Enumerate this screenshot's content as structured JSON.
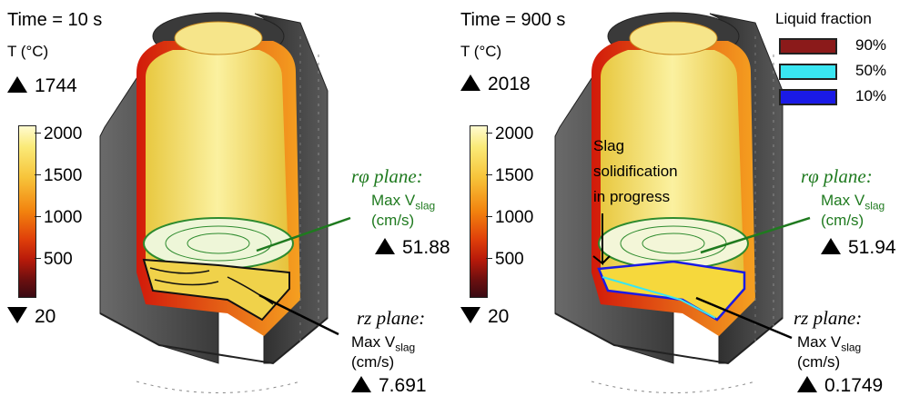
{
  "left": {
    "time": "Time = 10 s",
    "temp_unit": "T (°C)",
    "temp_max": "1744",
    "temp_min": "20",
    "colorbar_ticks": [
      "2000",
      "1500",
      "1000",
      "500"
    ],
    "rphi_plane": "rφ plane:",
    "rphi_max_label": "Max V",
    "rphi_sub": "slag",
    "rphi_unit": "(cm/s)",
    "rphi_value": "51.88",
    "rz_plane": "rz plane:",
    "rz_max_label": "Max V",
    "rz_sub": "slag",
    "rz_unit": "(cm/s)",
    "rz_value": "7.691"
  },
  "right": {
    "time": "Time = 900 s",
    "temp_unit": "T (°C)",
    "temp_max": "2018",
    "temp_min": "20",
    "colorbar_ticks": [
      "2000",
      "1500",
      "1000",
      "500"
    ],
    "annotation": [
      "Slag",
      "solidification",
      "in progress"
    ],
    "rphi_plane": "rφ plane:",
    "rphi_max_label": "Max V",
    "rphi_sub": "slag",
    "rphi_unit": "(cm/s)",
    "rphi_value": "51.94",
    "rz_plane": "rz plane:",
    "rz_max_label": "Max V",
    "rz_sub": "slag",
    "rz_unit": "(cm/s)",
    "rz_value": "0.1749"
  },
  "legend": {
    "title": "Liquid fraction",
    "items": [
      {
        "label": "90%",
        "color": "#8b1a1a"
      },
      {
        "label": "50%",
        "color": "#39e6f2"
      },
      {
        "label": "10%",
        "color": "#1a1ae6"
      }
    ]
  },
  "colors": {
    "green": "#1f7a1f",
    "shell": "#3c3c3c",
    "yellow": "#f4e37a"
  }
}
